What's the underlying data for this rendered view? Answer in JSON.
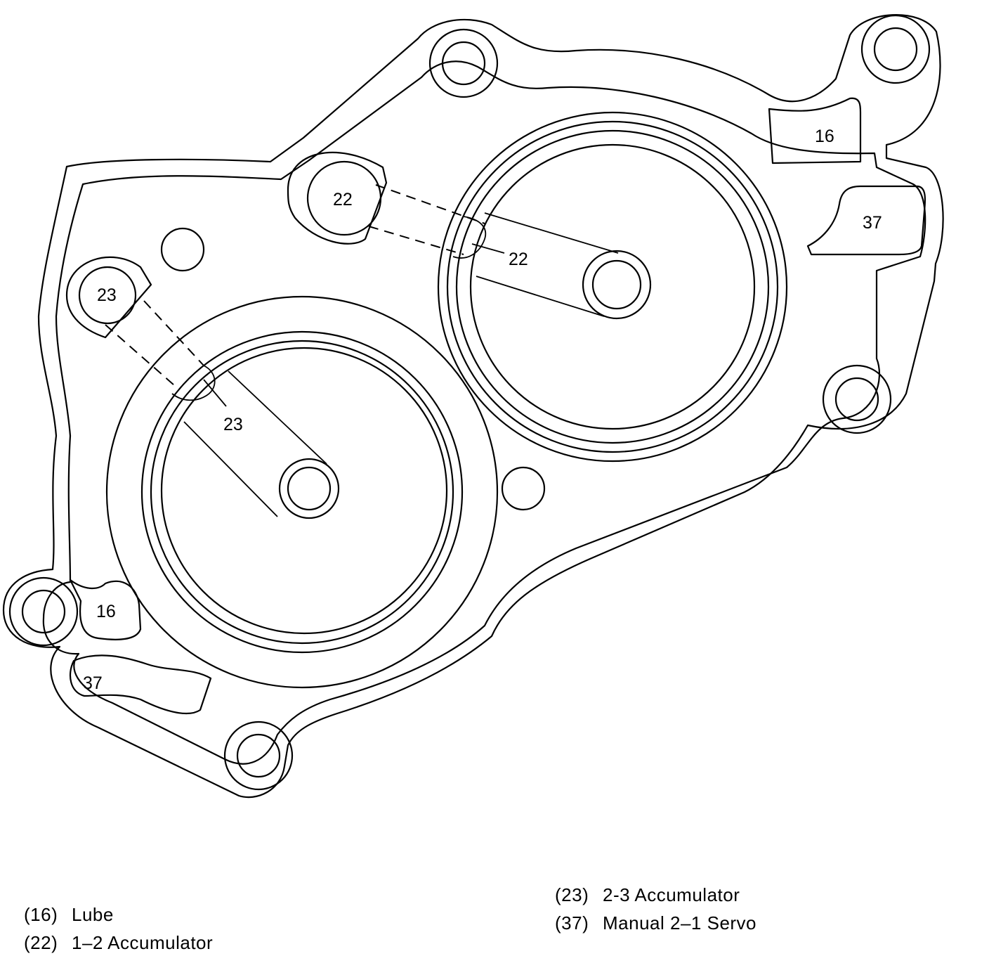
{
  "diagram": {
    "labels": {
      "lube_top": "16",
      "lube_bottom": "16",
      "servo_top": "37",
      "servo_bottom": "37",
      "acc12_port": "22",
      "acc12_callout": "22",
      "acc23_port": "23",
      "acc23_callout": "23"
    }
  },
  "legend": [
    {
      "code": "(16)",
      "name": "Lube"
    },
    {
      "code": "(22)",
      "name": "1–2 Accumulator"
    },
    {
      "code": "(23)",
      "name": "2-3 Accumulator"
    },
    {
      "code": "(37)",
      "name": "Manual 2–1 Servo"
    }
  ]
}
